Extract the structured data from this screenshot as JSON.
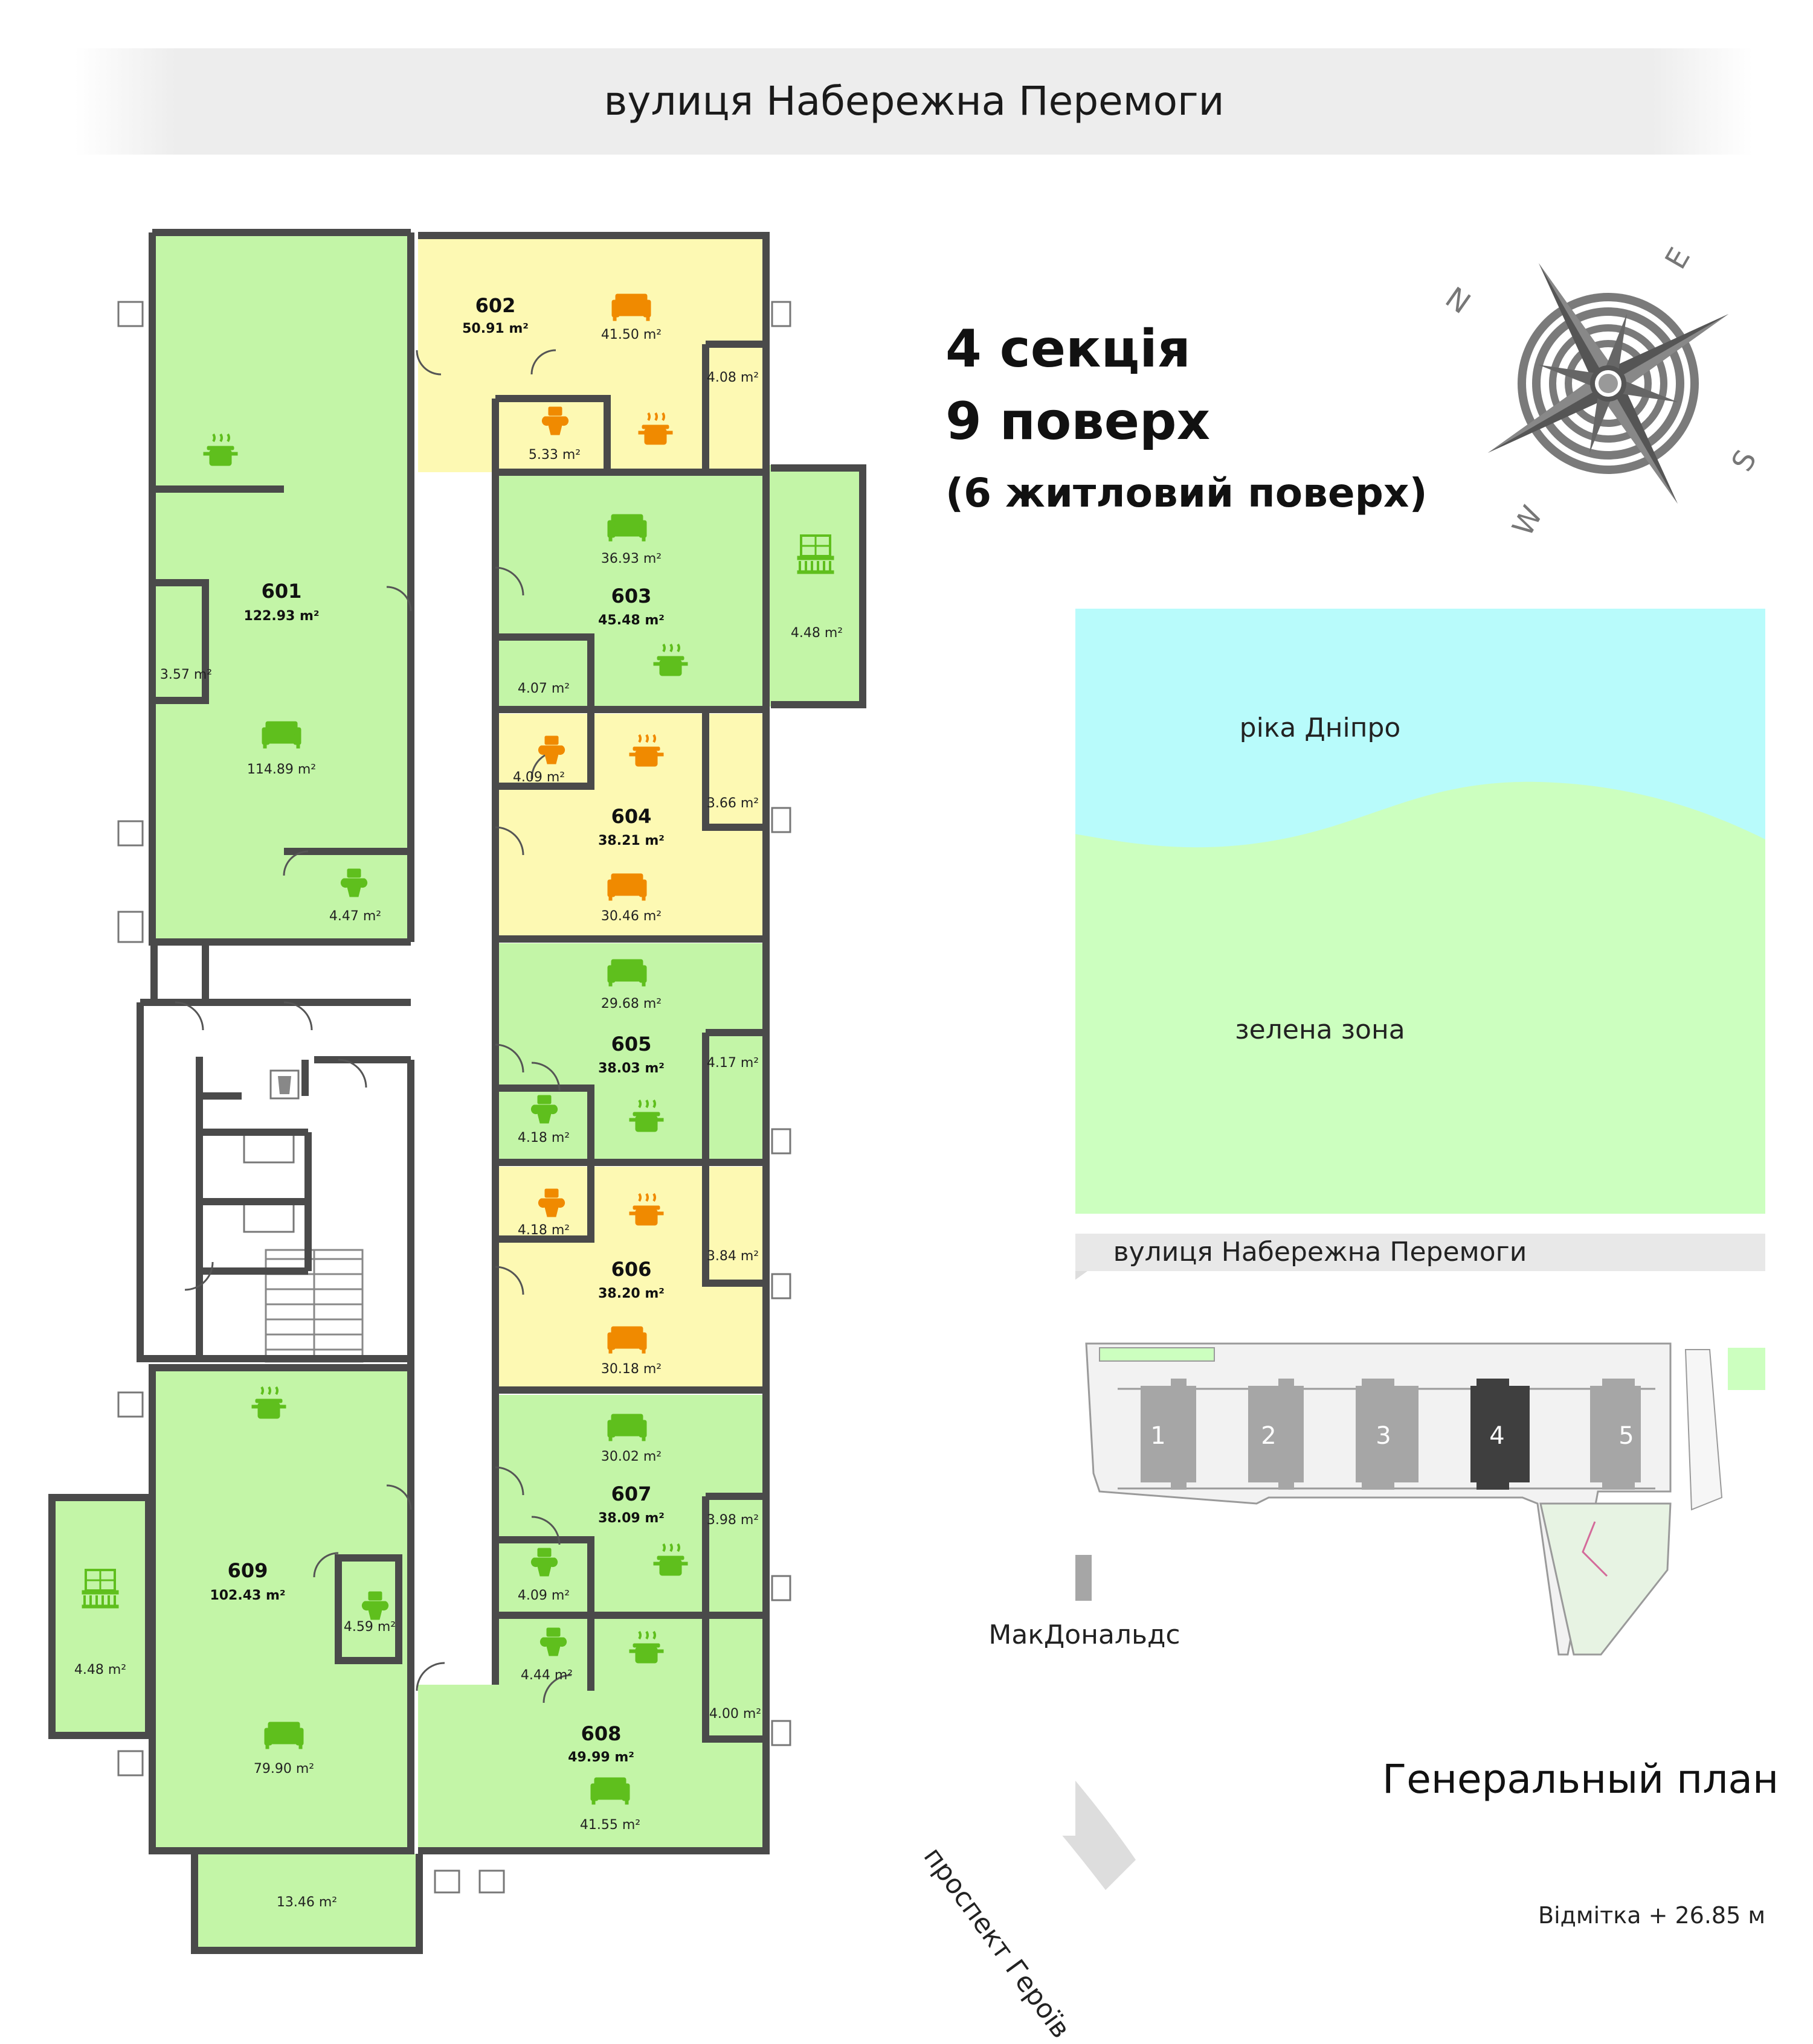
{
  "street_top": "вулиця Набережна Перемоги",
  "section_title": "4 секція",
  "floor_title": "9 поверх",
  "residential_floor": "(6 житловий поверх)",
  "compass": {
    "n": "N",
    "e": "E",
    "s": "S",
    "w": "W"
  },
  "map": {
    "river": "ріка Дніпро",
    "green_zone": "зелена зона",
    "street": "вулиця Набережна Перемоги",
    "avenue": "проспект Героїв",
    "mcdonalds": "МакДональдс",
    "master_plan": "Генеральный план",
    "elevation": "Відмітка + 26.85 м",
    "sections": [
      "1",
      "2",
      "3",
      "4",
      "5"
    ]
  },
  "colors": {
    "green": "#c3f5a7",
    "yellow": "#fdf9b3",
    "wall": "#4a4a4a",
    "icon_green": "#5fbf1d",
    "icon_orange": "#f08a00",
    "river": "#b8fbfb",
    "grass": "#ccffbf"
  },
  "apartments": [
    {
      "no": "601",
      "area": "122.93 m²",
      "rooms": [
        "3.57 m²",
        "114.89 m²",
        "4.47 m²"
      ]
    },
    {
      "no": "602",
      "area": "50.91 m²",
      "rooms": [
        "41.50 m²",
        "4.08 m²",
        "5.33 m²"
      ]
    },
    {
      "no": "603",
      "area": "45.48 m²",
      "rooms": [
        "36.93 m²",
        "4.07 m²",
        "4.48 m²"
      ]
    },
    {
      "no": "604",
      "area": "38.21 m²",
      "rooms": [
        "4.09 m²",
        "3.66 m²",
        "30.46 m²"
      ]
    },
    {
      "no": "605",
      "area": "38.03 m²",
      "rooms": [
        "29.68 m²",
        "4.17 m²",
        "4.18 m²"
      ]
    },
    {
      "no": "606",
      "area": "38.20 m²",
      "rooms": [
        "4.18 m²",
        "3.84 m²",
        "30.18 m²"
      ]
    },
    {
      "no": "607",
      "area": "38.09 m²",
      "rooms": [
        "30.02 m²",
        "3.98 m²",
        "4.09 m²"
      ]
    },
    {
      "no": "608",
      "area": "49.99 m²",
      "rooms": [
        "4.44 m²",
        "4.00 m²",
        "41.55 m²"
      ]
    },
    {
      "no": "609",
      "area": "102.43 m²",
      "rooms": [
        "4.59 m²",
        "4.48 m²",
        "79.90 m²",
        "13.46 m²"
      ]
    }
  ]
}
